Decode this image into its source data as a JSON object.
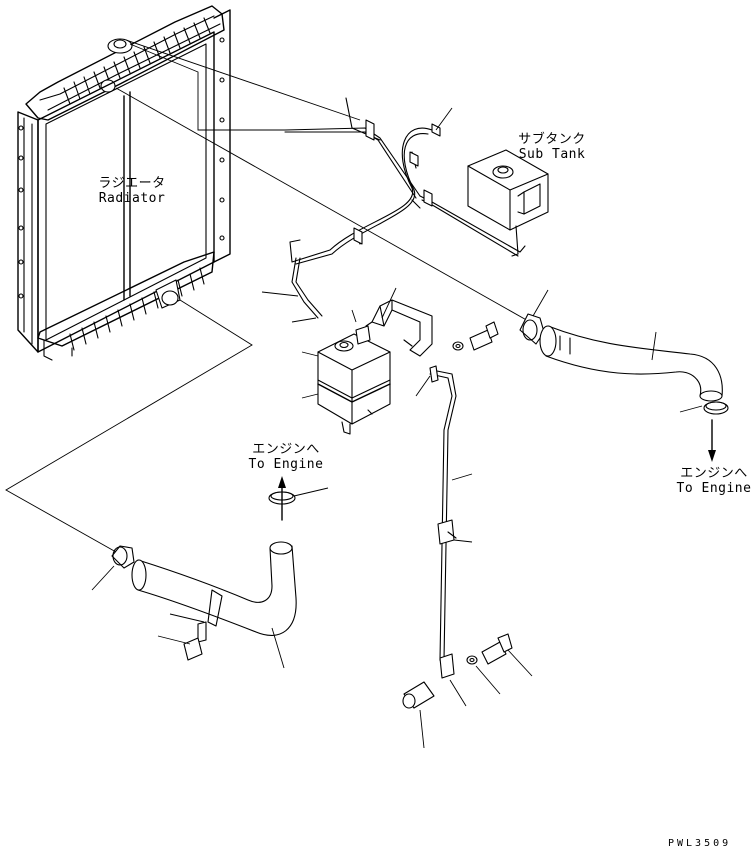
{
  "labels": {
    "radiator_jp": "ラジエータ",
    "radiator_en": "Radiator",
    "subtank_jp": "サブタンク",
    "subtank_en": "Sub Tank",
    "to_engine_left_jp": "エンジンへ",
    "to_engine_left_en": "To Engine",
    "to_engine_right_jp": "エンジンへ",
    "to_engine_right_en": "To Engine"
  },
  "drawing_code": "PWL3509"
}
